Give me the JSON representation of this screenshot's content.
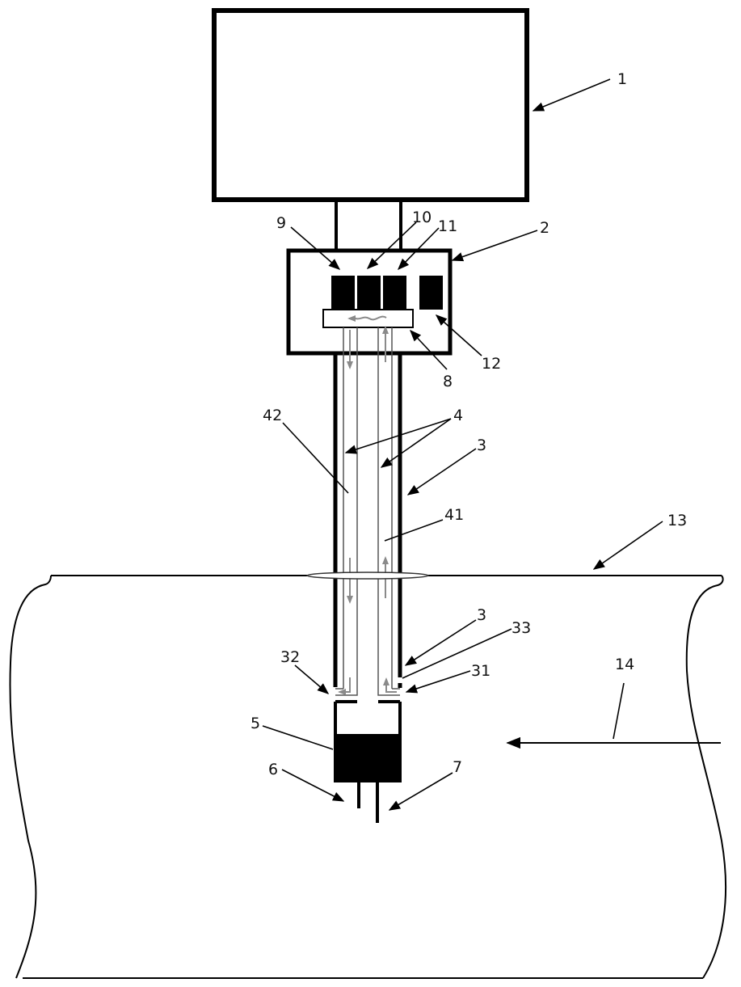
{
  "figure": {
    "title": "Probe measurement apparatus schematic",
    "colors": {
      "line": "#000000",
      "flow_arrow": "#8a8a8a",
      "background": "#ffffff"
    }
  },
  "components": [
    {
      "id": "1",
      "label": "1",
      "role": "upper-unit-box"
    },
    {
      "id": "2",
      "label": "2",
      "role": "head-housing"
    },
    {
      "id": "3",
      "label": "3",
      "role": "outer-tube"
    },
    {
      "id": "3b",
      "label": "3",
      "role": "outer-tube-lower"
    },
    {
      "id": "4",
      "label": "4",
      "role": "inner-channels"
    },
    {
      "id": "5",
      "label": "5",
      "role": "sensor-body"
    },
    {
      "id": "6",
      "label": "6",
      "role": "short-electrode"
    },
    {
      "id": "7",
      "label": "7",
      "role": "long-electrode"
    },
    {
      "id": "8",
      "label": "8",
      "role": "manifold"
    },
    {
      "id": "9",
      "label": "9",
      "role": "module-a"
    },
    {
      "id": "10",
      "label": "10",
      "role": "module-b"
    },
    {
      "id": "11",
      "label": "11",
      "role": "module-c"
    },
    {
      "id": "12",
      "label": "12",
      "role": "module-d"
    },
    {
      "id": "13",
      "label": "13",
      "role": "surface-line"
    },
    {
      "id": "14",
      "label": "14",
      "role": "flow-direction"
    },
    {
      "id": "31",
      "label": "31",
      "role": "inlet-port"
    },
    {
      "id": "32",
      "label": "32",
      "role": "outlet-port"
    },
    {
      "id": "33",
      "label": "33",
      "role": "opening"
    },
    {
      "id": "41",
      "label": "41",
      "role": "inner-channel-up"
    },
    {
      "id": "42",
      "label": "42",
      "role": "inner-channel-down"
    }
  ]
}
